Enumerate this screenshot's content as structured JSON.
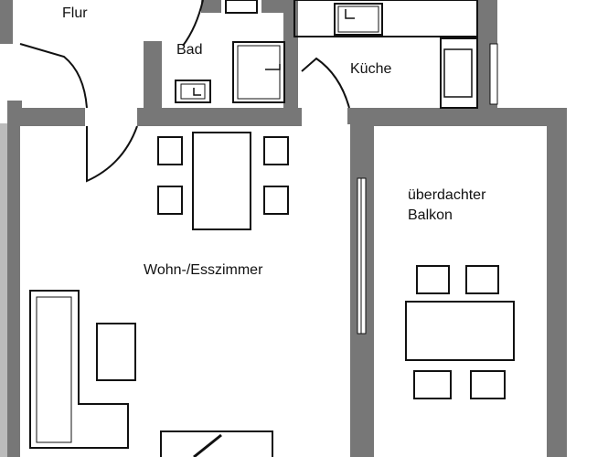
{
  "floorplan": {
    "rooms": {
      "flur": "Flur",
      "bad": "Bad",
      "kueche": "Küche",
      "balkon_line1": "überdachter",
      "balkon_line2": "Balkon",
      "wohnzimmer": "Wohn-/Esszimmer"
    },
    "colors": {
      "wall": "#777777",
      "line": "#111111",
      "background": "#ffffff"
    }
  }
}
